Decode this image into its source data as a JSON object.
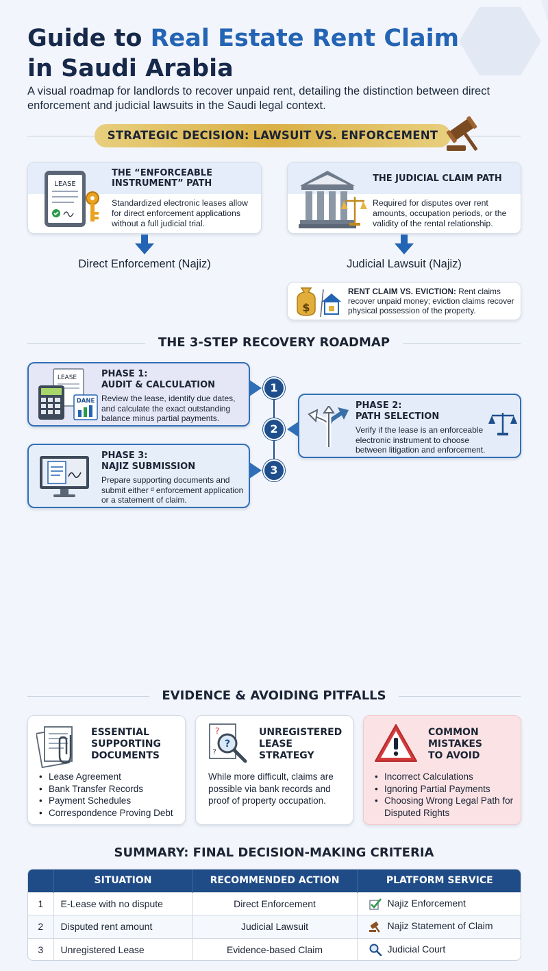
{
  "header": {
    "title_part1": "Guide to ",
    "title_accent_line1": "Real Estate Rent Claim",
    "title_line2": "in Saudi Arabia",
    "subtitle": "A visual roadmap for landlords to recover unpaid rent, detailing the distinction between direct enforcement and judicial lawsuits in the Saudi legal context."
  },
  "strategic": {
    "banner": "STRATEGIC DECISION: LAWSUIT VS. ENFORCEMENT",
    "left": {
      "title_line1": "THE “ENFORCEABLE",
      "title_line2": "INSTRUMENT” PATH",
      "text": "Standardized electronic leases allow for direct enforcement applications without a full judicial trial.",
      "icon_label": "LEASE",
      "result": "Direct Enforcement (Najiz)"
    },
    "right": {
      "title": "THE JUDICIAL CLAIM PATH",
      "text": "Required for disputes over rent amounts, occupation periods, or the validity of the rental relationship.",
      "result": "Judicial Lawsuit (Najiz)"
    },
    "note": {
      "bold": "RENT CLAIM VS. EVICTION:",
      "text": " Rent claims recover unpaid money; eviction claims recover physical possession of the property."
    }
  },
  "roadmap": {
    "title": "THE 3-STEP RECOVERY ROADMAP",
    "steps": [
      "1",
      "2",
      "3"
    ],
    "phase1": {
      "label": "PHASE 1:",
      "name": "AUDIT & CALCULATION",
      "text": "Review the lease, identify due dates, and calculate the exact outstanding balance minus partial payments.",
      "icon_label_lease": "LEASE",
      "icon_label_dane": "DANE"
    },
    "phase2": {
      "label": "PHASE 2:",
      "name": "PATH SELECTION",
      "text": "Verify if the lease is an enforceable electronic instrument to choose between litigation and enforcement."
    },
    "phase3": {
      "label": "PHASE 3:",
      "name": "NAJIZ SUBMISSION",
      "text": "Prepare supporting documents and submit either ᵈ enforcement application or a statement of claim."
    }
  },
  "evidence": {
    "title": "EVIDENCE & AVOIDING PITFALLS",
    "cards": [
      {
        "title_lines": [
          "ESSENTIAL",
          "SUPPORTING",
          "DOCUMENTS"
        ],
        "items": [
          "Lease Agreement",
          "Bank Transfer Records",
          "Payment Schedules",
          "Correspondence Proving Debt"
        ]
      },
      {
        "title_lines": [
          "UNREGISTERED",
          "LEASE",
          "STRATEGY"
        ],
        "text": "While more difficult, claims are possible via bank records and proof of property occupation."
      },
      {
        "title_lines": [
          "COMMON",
          "MISTAKES",
          "TO AVOID"
        ],
        "items": [
          "Incorrect Calculations",
          "Ignoring Partial Payments",
          "Choosing Wrong Legal Path for Disputed Rights"
        ]
      }
    ]
  },
  "summary": {
    "title": "SUMMARY: FINAL DECISION-MAKING CRITERIA",
    "headers": [
      "",
      "SITUATION",
      "RECOMMENDED ACTION",
      "PLATFORM SERVICE"
    ],
    "rows": [
      {
        "num": "1",
        "situation": "E-Lease with no dispute",
        "action": "Direct Enforcement",
        "service": "Najiz Enforcement",
        "icon": "checkmark-icon"
      },
      {
        "num": "2",
        "situation": "Disputed rent amount",
        "action": "Judicial Lawsuit",
        "service": "Najiz Statement of Claim",
        "icon": "gavel-icon"
      },
      {
        "num": "3",
        "situation": "Unregistered Lease",
        "action": "Evidence-based Claim",
        "service": "Judicial Court",
        "icon": "magnifier-icon"
      }
    ]
  },
  "colors": {
    "accent": "#2464b4",
    "navy": "#1f4c86",
    "gold": "#d9b046",
    "warn_bg": "#fbe3e5"
  }
}
